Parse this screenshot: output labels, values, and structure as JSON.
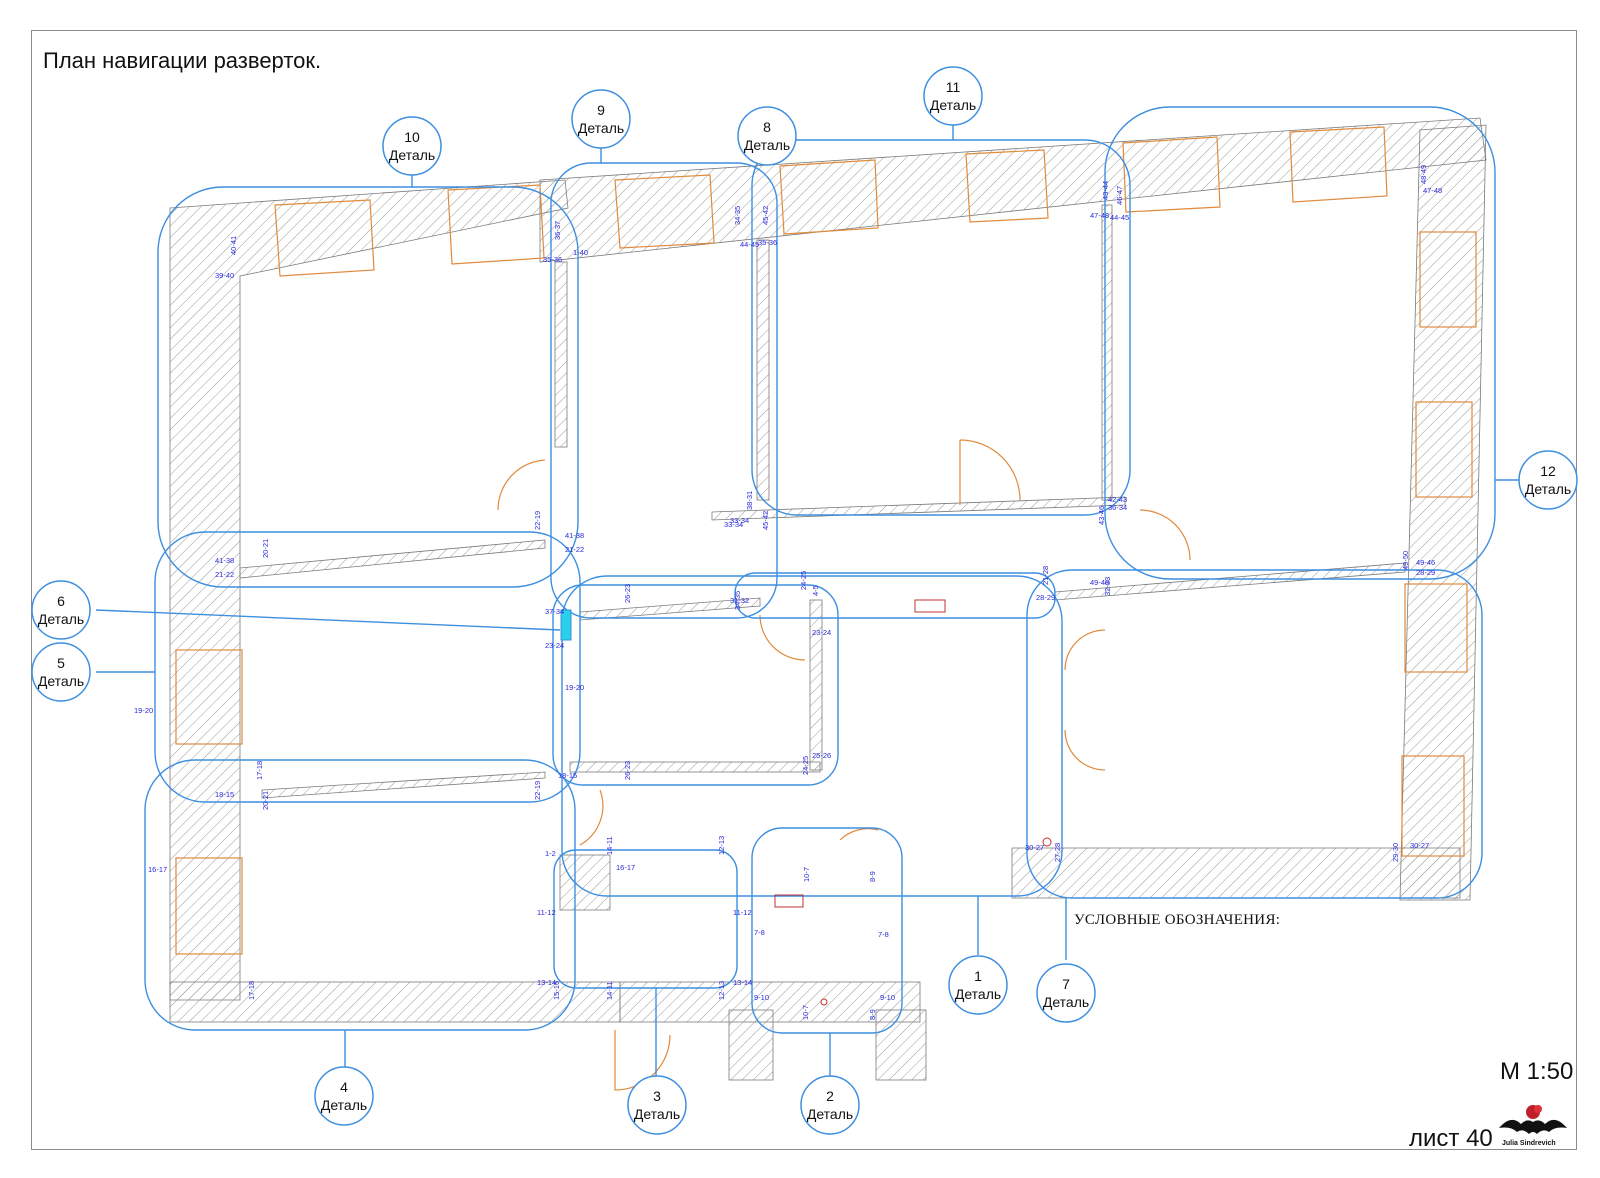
{
  "title": "План навигации разверток.",
  "scale": "М 1:50",
  "sheet": "лист 40",
  "legend_title": "УСЛОВНЫЕ ОБОЗНАЧЕНИЯ:",
  "logo_text": "Julia Sindrevich",
  "detail_word": "Деталь",
  "colors": {
    "path_line": "#3d8fe0",
    "wall_hatch": "#9a9a9a",
    "furniture": "#e08a3c",
    "marker_text": "#2a2ad8",
    "frame": "#8a8a8a"
  },
  "callouts": [
    {
      "number": "1",
      "label": "Деталь"
    },
    {
      "number": "2",
      "label": "Деталь"
    },
    {
      "number": "3",
      "label": "Деталь"
    },
    {
      "number": "4",
      "label": "Деталь"
    },
    {
      "number": "5",
      "label": "Деталь"
    },
    {
      "number": "6",
      "label": "Деталь"
    },
    {
      "number": "7",
      "label": "Деталь"
    },
    {
      "number": "8",
      "label": "Деталь"
    },
    {
      "number": "9",
      "label": "Деталь"
    },
    {
      "number": "10",
      "label": "Деталь"
    },
    {
      "number": "11",
      "label": "Деталь"
    },
    {
      "number": "12",
      "label": "Деталь"
    }
  ],
  "markers": [
    "40-41",
    "39-40",
    "35-36",
    "36-37",
    "1-40",
    "34-35",
    "44-45",
    "35-36",
    "45-42",
    "47-48",
    "43-44",
    "46-47",
    "44-45",
    "48-49",
    "47-48",
    "22-19",
    "41-38",
    "21-22",
    "20-21",
    "41-38",
    "21-22",
    "37-34",
    "23-24",
    "19-20",
    "19-20",
    "26-23",
    "31-32",
    "33-34",
    "34-35",
    "24-25",
    "4-5",
    "23-24",
    "25-26",
    "24-25",
    "26-23",
    "22-19",
    "18-15",
    "17-18",
    "18-15",
    "20-21",
    "38-31",
    "33-34",
    "45-42",
    "42-43",
    "36-34",
    "43-46",
    "49-46",
    "32-33",
    "28-29",
    "21-28",
    "49-50",
    "49-46",
    "28-29",
    "1-2",
    "14-11",
    "16-17",
    "12-13",
    "11-12",
    "11-12",
    "16-17",
    "13-14",
    "13-14",
    "15-16",
    "14-11",
    "12-13",
    "17-18",
    "10-7",
    "8-9",
    "7-8",
    "7-8",
    "9-10",
    "9-10",
    "10-7",
    "8-9",
    "30-27",
    "27-28",
    "30-27",
    "29-30"
  ]
}
